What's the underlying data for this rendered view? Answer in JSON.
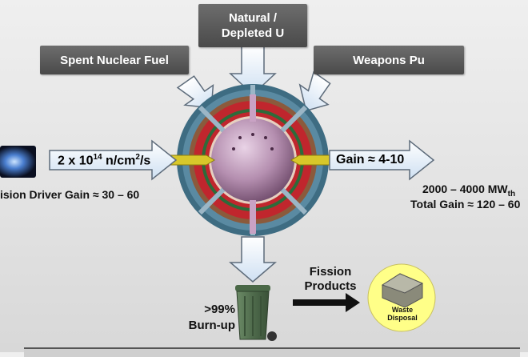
{
  "sources": {
    "spent_fuel": "Spent Nuclear Fuel",
    "natural_depleted_line1": "Natural /",
    "natural_depleted_line2": "Depleted U",
    "weapons": "Weapons Pu"
  },
  "input_flux": {
    "prefix": "2 x 10",
    "exponent": "14",
    "suffix": " n/cm",
    "unit_exp": "2",
    "unit_tail": "/s"
  },
  "fusion_gain": "ision Driver Gain ≈ 30 – 60",
  "output_gain": "Gain ≈ 4-10",
  "power": {
    "text": "2000 – 4000 MW",
    "subscript": "th"
  },
  "total_gain": "Total Gain ≈ 120 – 60",
  "burnup": {
    "line1": ">99%",
    "line2": "Burn-up"
  },
  "fission_products": {
    "line1": "Fission",
    "line2": "Products"
  },
  "waste": {
    "line1": "Waste",
    "line2": "Disposal"
  },
  "colors": {
    "box_dark": "#4a4a4a",
    "arrow_fill": "#e6f0fb",
    "arrow_stroke": "#5d6b7a",
    "sphere": "#b58fb0",
    "ring_red": "#c0262d",
    "ring_teal": "#3e6c82",
    "injector_yellow": "#d8c72a",
    "waste_yellow": "#ffff88",
    "bin_green": "#4f6b4c"
  }
}
